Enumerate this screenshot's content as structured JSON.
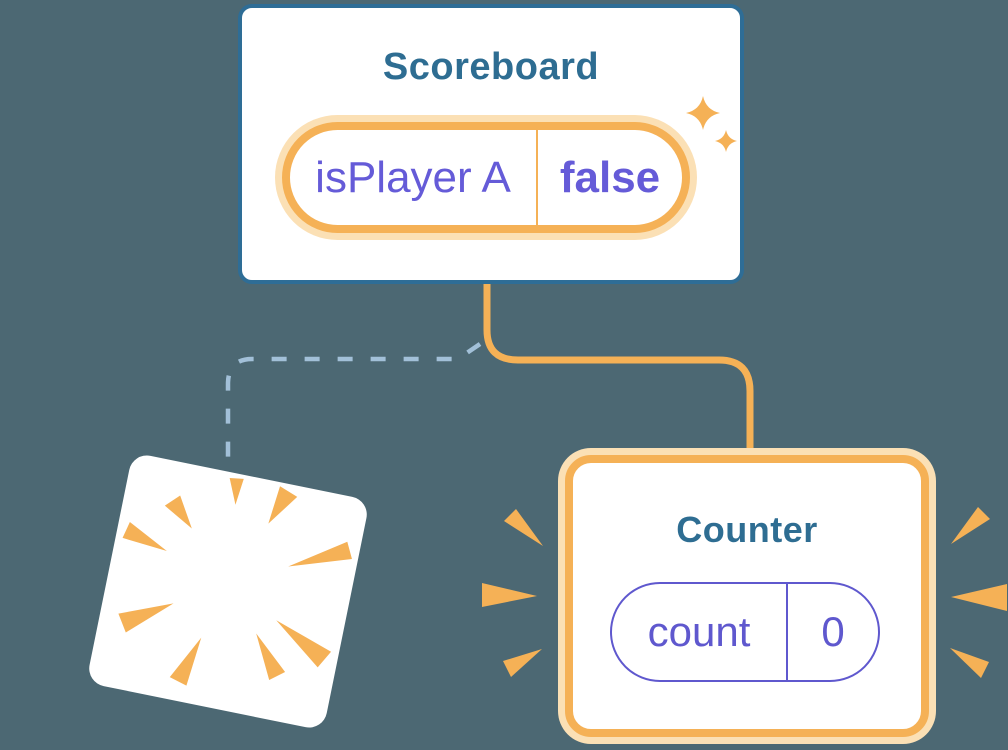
{
  "background": "#4C6873",
  "colors": {
    "accent_orange": "#F5B156",
    "accent_orange_light": "#FBE0B5",
    "card_border_blue": "#2E6D96",
    "title_text": "#2E6D92",
    "state_purple": "#655BD8",
    "counter_pill_purple": "#5F58CE",
    "dashed_line_blue": "#A2C0D8",
    "card_background": "#FFFFFF"
  },
  "scoreboard": {
    "title": "Scoreboard",
    "state_name": "isPlayer A",
    "state_value": "false"
  },
  "counter": {
    "title": "Counter",
    "state_name": "count",
    "state_value": "0"
  }
}
